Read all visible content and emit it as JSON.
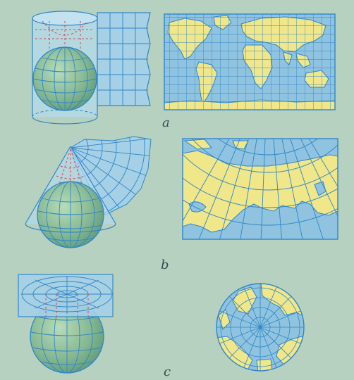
{
  "panels": {
    "a": {
      "label": "a"
    },
    "b": {
      "label": "b"
    },
    "c": {
      "label": "c"
    }
  },
  "colors": {
    "background": "#b7d1c0",
    "sea": "#8fc3df",
    "sea_light": "#a9d1e8",
    "land": "#f0e68a",
    "grid": "#2f86c8",
    "globe": "#7fb08a",
    "red_guides": "#d34a5a"
  }
}
